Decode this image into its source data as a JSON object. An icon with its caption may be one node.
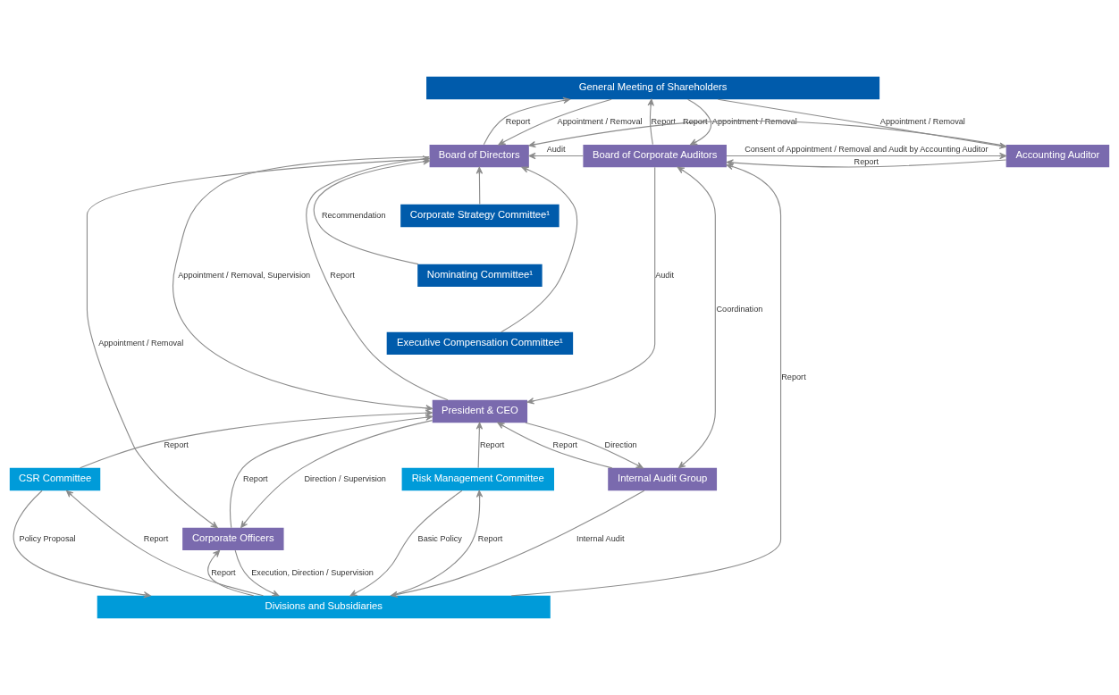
{
  "diagram": {
    "nodes": [
      {
        "text": [
          "General Meeting of Shareholders"
        ]
      },
      {
        "text": [
          "Board of Directors"
        ]
      },
      {
        "text": [
          "Board of Corporate Auditors"
        ]
      },
      {
        "text": [
          "Accounting Auditor"
        ]
      },
      {
        "text": [
          "Corporate Strategy Committee¹"
        ]
      },
      {
        "text": [
          "Nominating Committee¹"
        ]
      },
      {
        "text": [
          "Executive Compensation Committee¹"
        ]
      },
      {
        "text": [
          "President & CEO"
        ]
      },
      {
        "text": [
          "CSR Committee"
        ]
      },
      {
        "text": [
          "Risk Management Committee"
        ]
      },
      {
        "text": [
          "Internal Audit Group"
        ]
      },
      {
        "text": [
          "Corporate Officers"
        ]
      },
      {
        "text": [
          "Divisions and Subsidiaries"
        ]
      }
    ],
    "edges": [
      {
        "from": 0,
        "to": 1,
        "arrow": "to",
        "label": "Appointment / Removal"
      },
      {
        "from": 1,
        "to": 0,
        "arrow": "to",
        "label": "Report"
      },
      {
        "from": 0,
        "to": 2,
        "arrow": "to",
        "label": "Appointment / Removal"
      },
      {
        "from": 2,
        "to": 0,
        "arrow": "to",
        "label": "Report"
      },
      {
        "from": 0,
        "to": 3,
        "arrow": "to",
        "label": "Appointment / Removal"
      },
      {
        "from": 2,
        "to": 1,
        "arrow": "to",
        "label": "Audit"
      },
      {
        "from": 2,
        "to": 3,
        "arrow": "to",
        "label": "Consent of Appointment / Removal and Audit by Accounting Auditor"
      },
      {
        "from": 3,
        "to": 2,
        "arrow": "to",
        "label": "Report"
      },
      {
        "from": 3,
        "to": 1,
        "arrow": "to",
        "label": "Report"
      },
      {
        "from": 4,
        "to": 1,
        "arrow": "to"
      },
      {
        "from": 5,
        "to": 1,
        "arrow": "to",
        "label": "Recommendation"
      },
      {
        "from": 6,
        "to": 1,
        "arrow": "to"
      },
      {
        "from": 1,
        "to": 11,
        "arrow": "to",
        "label": "Appointment / Removal"
      },
      {
        "from": 1,
        "to": 7,
        "arrow": "to",
        "label": "Appointment / Removal, Supervision"
      },
      {
        "from": 7,
        "to": 1,
        "arrow": "to",
        "label": "Report"
      },
      {
        "from": 2,
        "to": 7,
        "arrow": "to",
        "label": "Audit"
      },
      {
        "from": 12,
        "to": 2,
        "arrow": "to",
        "label": "Report"
      },
      {
        "from": 10,
        "to": 2,
        "arrow": "both",
        "label": "Coordination"
      },
      {
        "from": 7,
        "to": 10,
        "arrow": "to",
        "label": "Direction"
      },
      {
        "from": 10,
        "to": 7,
        "arrow": "to",
        "label": "Report"
      },
      {
        "from": 8,
        "to": 7,
        "arrow": "to",
        "label": "Report"
      },
      {
        "from": 9,
        "to": 7,
        "arrow": "to",
        "label": "Report"
      },
      {
        "from": 7,
        "to": 11,
        "arrow": "to",
        "label": "Direction / Supervision"
      },
      {
        "from": 11,
        "to": 7,
        "arrow": "to",
        "label": "Report"
      },
      {
        "from": 8,
        "to": 12,
        "arrow": "to",
        "label": "Policy Proposal"
      },
      {
        "from": 12,
        "to": 8,
        "arrow": "to",
        "label": "Report"
      },
      {
        "from": 11,
        "to": 12,
        "arrow": "to",
        "label": "Execution, Direction / Supervision"
      },
      {
        "from": 12,
        "to": 11,
        "arrow": "to",
        "label": "Report"
      },
      {
        "from": 9,
        "to": 12,
        "arrow": "to",
        "label": "Basic Policy"
      },
      {
        "from": 12,
        "to": 9,
        "arrow": "to",
        "label": "Report"
      },
      {
        "from": 10,
        "to": 12,
        "arrow": "to",
        "label": "Internal Audit"
      }
    ]
  }
}
